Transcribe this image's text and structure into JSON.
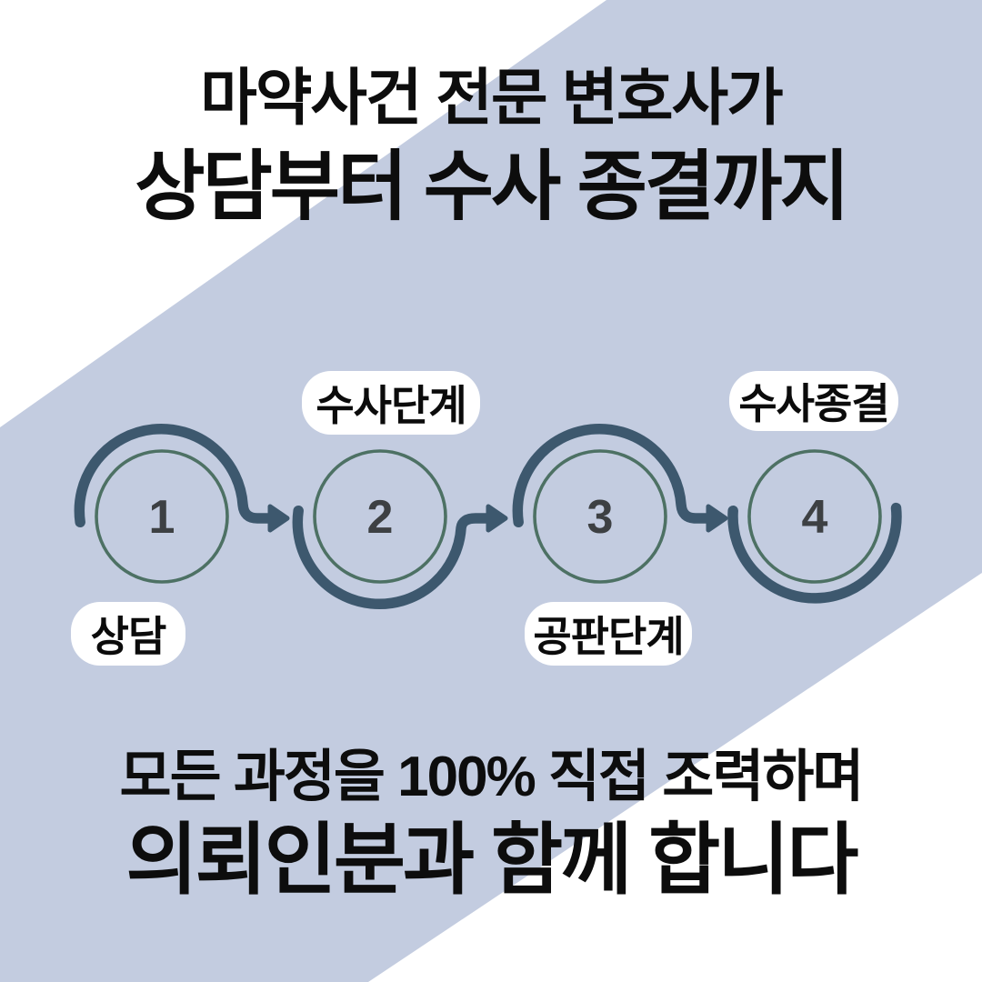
{
  "card": {
    "title": {
      "line1": "마약사건 전문 변호사가",
      "line2": "상담부터 수사 종결까지"
    },
    "process": {
      "steps": [
        {
          "number": "1",
          "label": "상담",
          "label_position": "below"
        },
        {
          "number": "2",
          "label": "수사단계",
          "label_position": "above"
        },
        {
          "number": "3",
          "label": "공판단계",
          "label_position": "below"
        },
        {
          "number": "4",
          "label": "수사종결",
          "label_position": "above"
        }
      ]
    },
    "footer": {
      "line1": "모든 과정을 100% 직접 조력하며",
      "line2": "의뢰인분과 함께 합니다"
    }
  },
  "colors": {
    "background": "#ffffff",
    "diagonal_band": "#c3cce0",
    "thick_arc": "#3d586e",
    "thin_circle": "#4d7164",
    "step_number": "#3d4043",
    "text": "#0d0d0d",
    "pill_background": "#ffffff"
  }
}
